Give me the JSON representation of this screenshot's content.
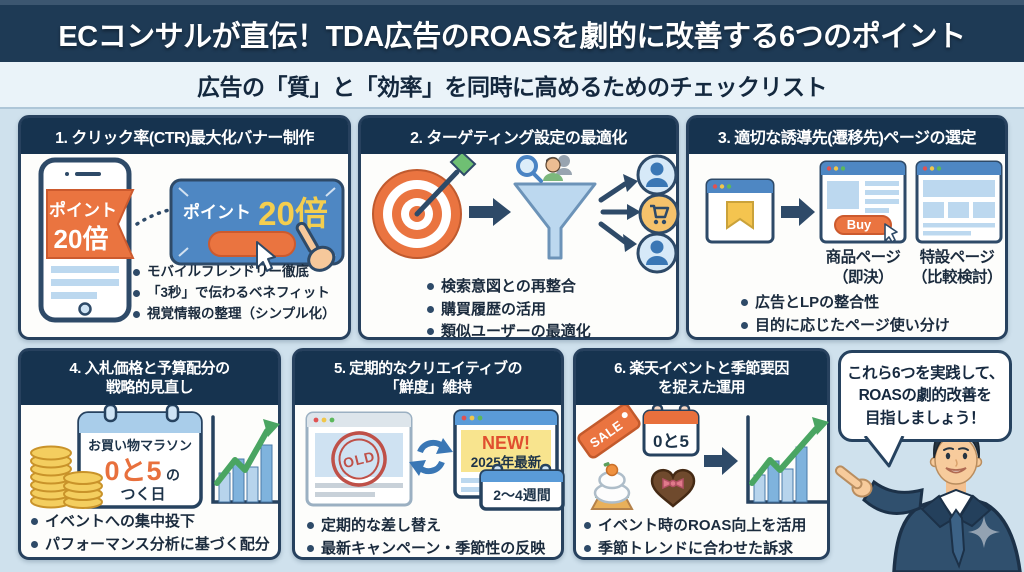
{
  "header": {
    "title": "ECコンサルが直伝！TDA広告のROASを劇的に改善する6つのポイント",
    "subtitle": "広告の「質」と「効率」を同時に高めるためのチェックリスト"
  },
  "colors": {
    "header_bg": "#1e3a55",
    "subtitle_bg": "#eaf3f9",
    "page_bg": "#cfe1ed",
    "card_header_bg": "#16334f",
    "card_border": "#27415e",
    "orange": "#ea7440",
    "yellow": "#f4ce4f",
    "banner_blue": "#4e87c3",
    "light_blue": "#bcd8ef",
    "green": "#4aa562",
    "stamp_red": "#bf5048"
  },
  "cards": [
    {
      "title_lines": [
        "1. クリック率(CTR)最大化バナー制作"
      ],
      "illustration": {
        "ribbon_line1": "ポイント",
        "ribbon_line2": "20倍",
        "banner_prefix": "ポイント",
        "banner_value": "20倍"
      },
      "bullets": [
        "モバイルフレンドリー徹底",
        "「3秒」で伝わるベネフィット",
        "視覚情報の整理（シンプル化）"
      ]
    },
    {
      "title_lines": [
        "2. ターゲティング設定の最適化"
      ],
      "bullets": [
        "検索意図との再整合",
        "購買履歴の活用",
        "類似ユーザーの最適化"
      ]
    },
    {
      "title_lines": [
        "3. 適切な誘導先(遷移先)ページの選定"
      ],
      "illustration": {
        "buy_label": "Buy",
        "product_line1": "商品ページ",
        "product_line2": "（即決）",
        "special_line1": "特設ページ",
        "special_line2": "（比較検討）"
      },
      "bullets": [
        "広告とLPの整合性",
        "目的に応じたページ使い分け"
      ]
    },
    {
      "title_lines": [
        "4. 入札価格と予算配分の",
        "戦略的見直し"
      ],
      "illustration": {
        "calendar_title": "お買い物マラソン",
        "calendar_big": "0と5",
        "calendar_suffix": "の",
        "calendar_bottom": "つく日"
      },
      "bullets": [
        "イベントへの集中投下",
        "パフォーマンス分析に基づく配分"
      ]
    },
    {
      "title_lines": [
        "5. 定期的なクリエイティブの",
        "「鮮度」維持"
      ],
      "illustration": {
        "old_label": "OLD",
        "new_label": "NEW!",
        "new_sub": "2025年最新",
        "calendar_label": "2～4週間"
      },
      "bullets": [
        "定期的な差し替え",
        "最新キャンペーン・季節性の反映"
      ]
    },
    {
      "title_lines": [
        "6. 楽天イベントと季節要因",
        "を捉えた運用"
      ],
      "illustration": {
        "sale_label": "SALE",
        "calendar_label": "0と5"
      },
      "bullets": [
        "イベント時のROAS向上を活用",
        "季節トレンドに合わせた訴求"
      ]
    }
  ],
  "speech_bubble": {
    "lines": [
      "これら6つを実践して、",
      "ROASの劇的改善を",
      "目指しましょう！"
    ]
  }
}
